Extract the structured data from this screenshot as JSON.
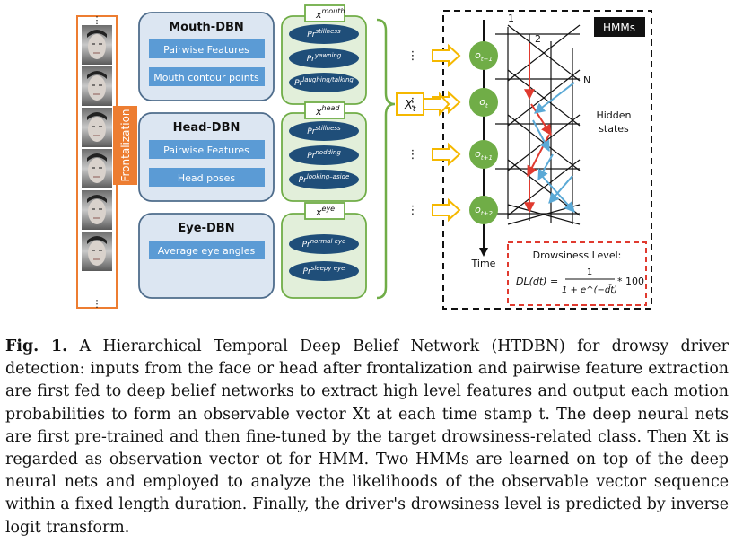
{
  "frontalization": {
    "label": "Frontalization",
    "dots_top": "⋮",
    "dots_bottom": "⋮"
  },
  "dbns": [
    {
      "title": "Mouth-DBN",
      "features": [
        "Pairwise Features",
        "Mouth contour points"
      ],
      "x_base": "x",
      "x_sup": "mouth",
      "probs": [
        {
          "base": "Pr",
          "sup": "stillness"
        },
        {
          "base": "Pr",
          "sup": "yawning"
        },
        {
          "base": "Pr",
          "sup": "laughing/talking"
        }
      ]
    },
    {
      "title": "Head-DBN",
      "features": [
        "Pairwise Features",
        "Head poses"
      ],
      "x_base": "x",
      "x_sup": "head",
      "probs": [
        {
          "base": "Pr",
          "sup": "stillness"
        },
        {
          "base": "Pr",
          "sup": "nodding"
        },
        {
          "base": "Pr",
          "sup": "looking–aside"
        }
      ]
    },
    {
      "title": "Eye-DBN",
      "features": [
        "Average eye angles"
      ],
      "x_base": "x",
      "x_sup": "eye",
      "probs": [
        {
          "base": "Pr",
          "sup": "normal eye"
        },
        {
          "base": "Pr",
          "sup": "sleepy eye"
        }
      ]
    }
  ],
  "observation_vector": {
    "base": "X",
    "sub": "t"
  },
  "hmm": {
    "label": "HMMs",
    "states": [
      {
        "base": "o",
        "sub": "t−1"
      },
      {
        "base": "o",
        "sub": "t"
      },
      {
        "base": "o",
        "sub": "t+1"
      },
      {
        "base": "o",
        "sub": "t+2"
      }
    ],
    "index_labels": [
      "1",
      "2",
      "N"
    ],
    "hidden_states_label": [
      "Hidden",
      "states"
    ],
    "time_label": "Time",
    "dots": "⋮"
  },
  "drowsiness": {
    "title": "Drowsiness Level:",
    "lhs": "DL(d̄t) =",
    "numerator": "1",
    "denominator": "1 + e^(−d̄t)",
    "rhs": "* 100"
  },
  "caption": {
    "label": "Fig. 1.",
    "text": "A Hierarchical Temporal Deep Belief Network (HTDBN) for drowsy driver detection: inputs from the face or head after frontalization and pairwise feature extraction are first fed to deep belief networks to extract high level features and output each motion probabilities to form an observable vector Xt at each time stamp t. The deep neural nets are first pre-trained and then fine-tuned by the target drowsiness-related class. Then Xt is regarded as observation vector ot for HMM. Two HMMs are learned on top of the deep neural nets and employed to analyze the likelihoods of the observable vector sequence within a fixed length duration. Finally, the driver's drowsiness level is predicted by inverse logit transform."
  },
  "colors": {
    "dbn_fill": "#dce6f2",
    "dbn_stroke": "#4f6d8c",
    "feature_fill": "#5b9bd5",
    "green": "#70ad47",
    "green_fill": "#e2efda",
    "ellipse": "#1f4e79",
    "orange": "#ed7d31",
    "gold": "#f5b800",
    "red": "#e03a2f",
    "blue": "#5aa9d6"
  }
}
